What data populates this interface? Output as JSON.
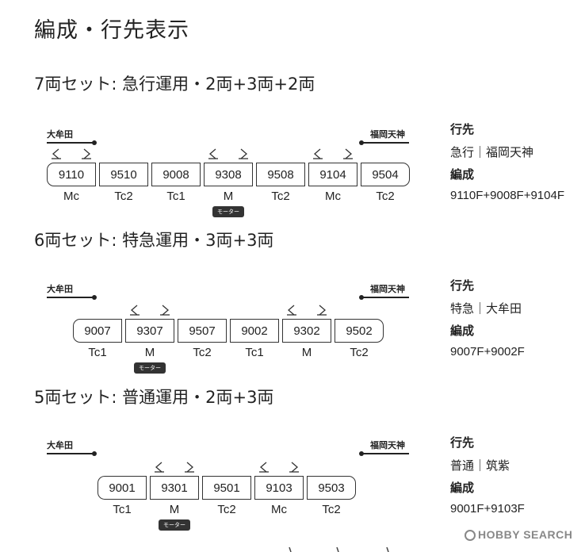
{
  "page_title": "編成・行先表示",
  "labels": {
    "destination": "行先",
    "formation": "編成"
  },
  "badge_text": "モーター",
  "sets": [
    {
      "title": "7両セット: 急行運用・2両+3両+2両",
      "left_end": "大牟田",
      "right_end": "福岡天神",
      "destination": "急行｜福岡天神",
      "formation": "9110F+9008F+9104F",
      "cars": [
        {
          "number": "9110",
          "type": "Mc",
          "pantograph": true,
          "motor": false
        },
        {
          "number": "9510",
          "type": "Tc2",
          "pantograph": false,
          "motor": false
        },
        {
          "number": "9008",
          "type": "Tc1",
          "pantograph": false,
          "motor": false
        },
        {
          "number": "9308",
          "type": "M",
          "pantograph": true,
          "motor": true
        },
        {
          "number": "9508",
          "type": "Tc2",
          "pantograph": false,
          "motor": false
        },
        {
          "number": "9104",
          "type": "Mc",
          "pantograph": true,
          "motor": false
        },
        {
          "number": "9504",
          "type": "Tc2",
          "pantograph": false,
          "motor": false
        }
      ]
    },
    {
      "title": "6両セット: 特急運用・3両+3両",
      "left_end": "大牟田",
      "right_end": "福岡天神",
      "destination": "特急｜大牟田",
      "formation": "9007F+9002F",
      "cars": [
        {
          "number": "9007",
          "type": "Tc1",
          "pantograph": false,
          "motor": false
        },
        {
          "number": "9307",
          "type": "M",
          "pantograph": true,
          "motor": true
        },
        {
          "number": "9507",
          "type": "Tc2",
          "pantograph": false,
          "motor": false
        },
        {
          "number": "9002",
          "type": "Tc1",
          "pantograph": false,
          "motor": false
        },
        {
          "number": "9302",
          "type": "M",
          "pantograph": true,
          "motor": false
        },
        {
          "number": "9502",
          "type": "Tc2",
          "pantograph": false,
          "motor": false
        }
      ]
    },
    {
      "title": "5両セット: 普通運用・2両+3両",
      "left_end": "大牟田",
      "right_end": "福岡天神",
      "destination": "普通｜筑紫",
      "formation": "9001F+9103F",
      "cars": [
        {
          "number": "9001",
          "type": "Tc1",
          "pantograph": false,
          "motor": false
        },
        {
          "number": "9301",
          "type": "M",
          "pantograph": true,
          "motor": true
        },
        {
          "number": "9501",
          "type": "Tc2",
          "pantograph": false,
          "motor": false
        },
        {
          "number": "9103",
          "type": "Mc",
          "pantograph": true,
          "motor": false
        },
        {
          "number": "9503",
          "type": "Tc2",
          "pantograph": false,
          "motor": false
        }
      ]
    }
  ],
  "watermark": "HOBBY SEARCH"
}
